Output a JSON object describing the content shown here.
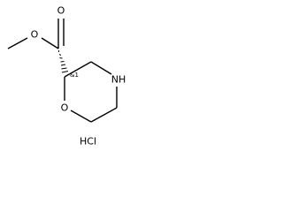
{
  "molecule": {
    "atoms": {
      "carbonyl_oxygen": "O",
      "ester_oxygen": "O",
      "ring_nitrogen": "NH",
      "ring_oxygen": "O"
    },
    "stereo_descriptor": "&1",
    "salt": "HCl"
  }
}
